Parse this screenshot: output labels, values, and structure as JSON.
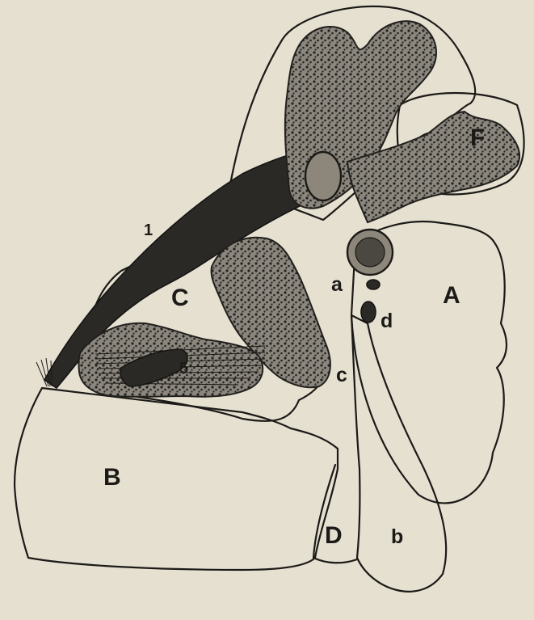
{
  "labels": {
    "A": "A",
    "B": "B",
    "C": "C",
    "D": "D",
    "F": "F",
    "a": "a",
    "b": "b",
    "c": "c",
    "d": "d",
    "n1": "1",
    "n5": "5"
  }
}
